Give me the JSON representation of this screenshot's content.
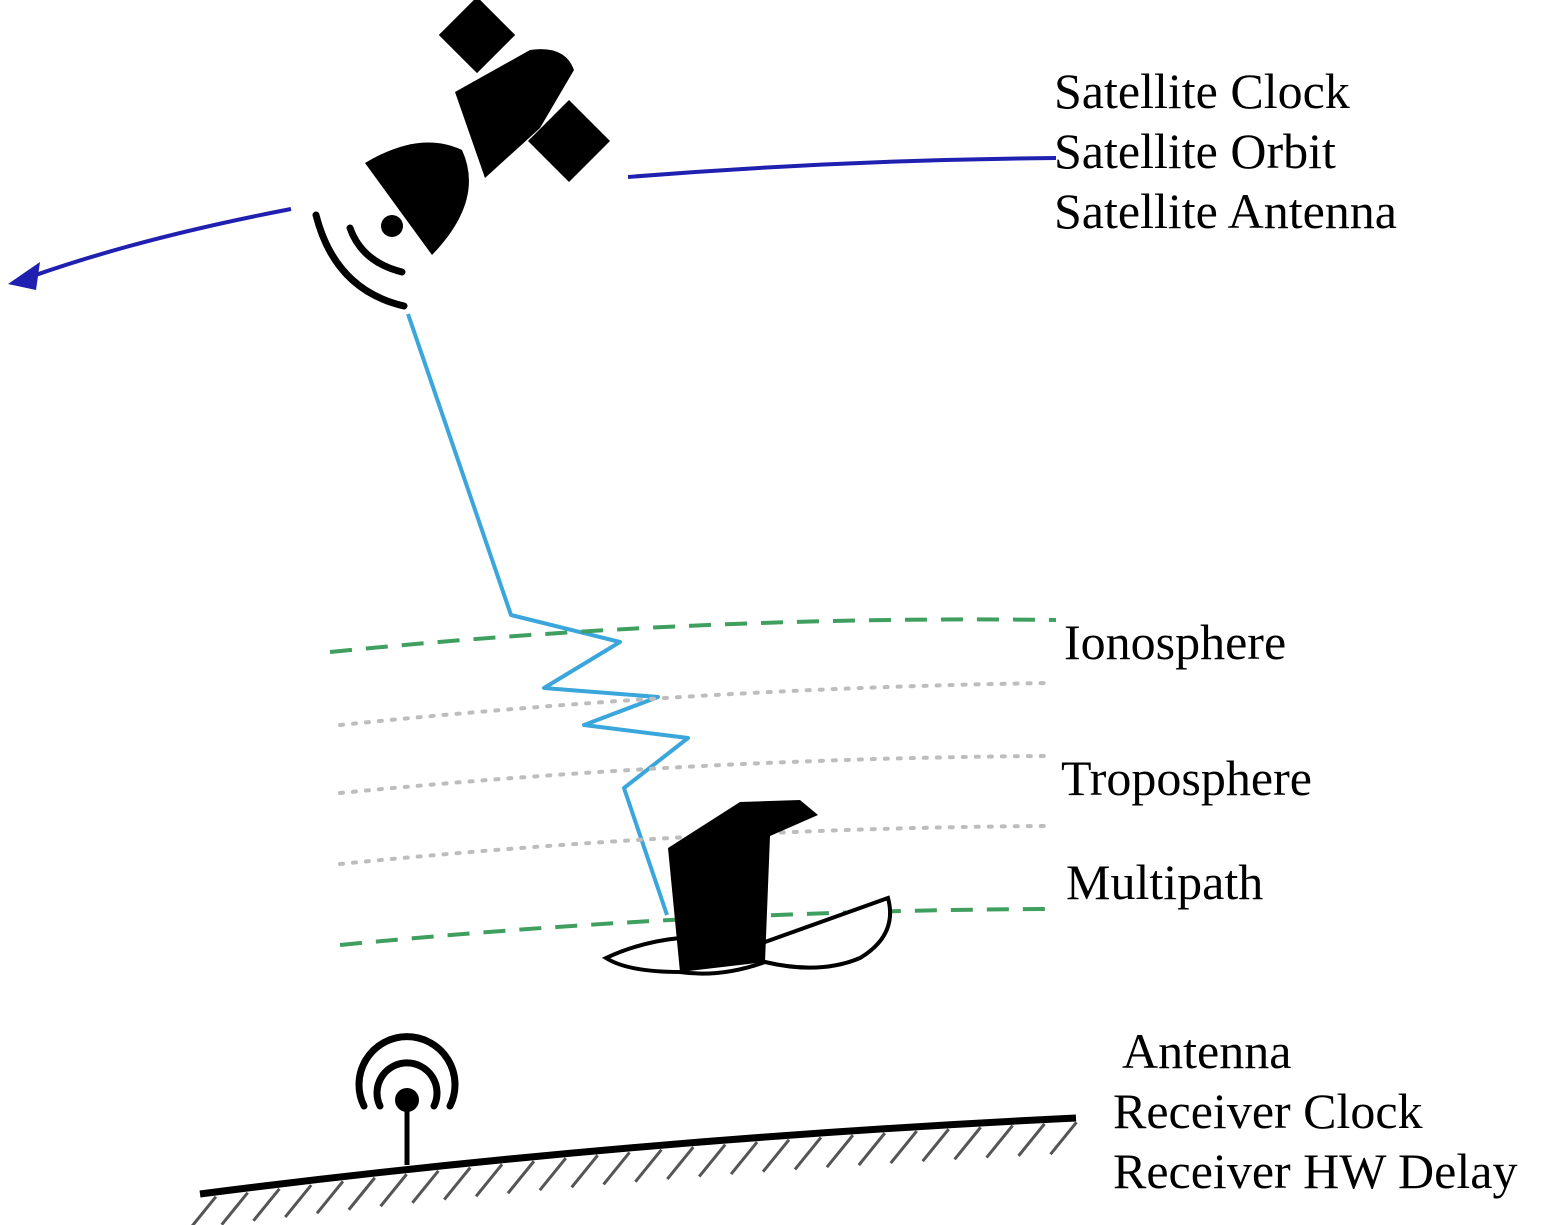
{
  "labels": {
    "satellite": [
      "Satellite Clock",
      "Satellite Orbit",
      "Satellite Antenna"
    ],
    "ionosphere": "Ionosphere",
    "troposphere": "Troposphere",
    "multipath": "Multipath",
    "receiver": [
      "Antenna",
      "Receiver Clock",
      "Receiver HW Delay"
    ]
  },
  "icons": {
    "satellite": "satellite-icon",
    "signal_waves": "signal-waves-icon",
    "building": "building-icon",
    "receiver_antenna": "receiver-antenna-icon",
    "ground": "ground-surface"
  },
  "colors": {
    "orbit_arrow": "#1f1fb0",
    "signal_path": "#3aa6dc",
    "atmosphere_boundary": "#3f9f5f",
    "dotted_layer": "#bdbdbd",
    "ink": "#000000"
  }
}
